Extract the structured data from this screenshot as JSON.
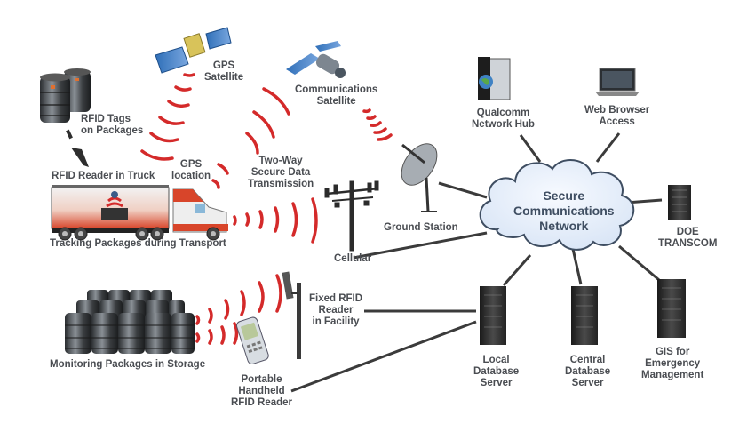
{
  "title": "RFID Package Tracking and Secure Communications Network",
  "nodes": {
    "rfid_tags": {
      "label": [
        "RFID Tags",
        "on Packages"
      ],
      "icon": "barrels-icon"
    },
    "rfid_reader_truck": {
      "label": [
        "RFID Reader in Truck"
      ],
      "icon": "rfid-antenna-icon"
    },
    "gps_satellite": {
      "label": [
        "GPS",
        "Satellite"
      ],
      "icon": "satellite-icon"
    },
    "gps_location": {
      "label": [
        "GPS",
        "location"
      ]
    },
    "comm_satellite": {
      "label": [
        "Communications",
        "Satellite"
      ],
      "icon": "satellite-icon"
    },
    "two_way": {
      "label": [
        "Two-Way",
        "Secure Data",
        "Transmission"
      ]
    },
    "truck": {
      "label": [
        "Tracking Packages during Transport"
      ],
      "icon": "truck-icon"
    },
    "cellular": {
      "label": [
        "Cellular"
      ],
      "icon": "cell-tower-icon"
    },
    "ground_station": {
      "label": [
        "Ground Station"
      ],
      "icon": "satellite-dish-icon"
    },
    "qualcomm": {
      "label": [
        "Qualcomm",
        "Network Hub"
      ],
      "icon": "server-globe-icon"
    },
    "web_browser": {
      "label": [
        "Web Browser",
        "Access"
      ],
      "icon": "laptop-icon"
    },
    "cloud": {
      "label": [
        "Secure",
        "Communications",
        "Network"
      ],
      "icon": "cloud-icon"
    },
    "doe": {
      "label": [
        "DOE",
        "TRANSCOM"
      ],
      "icon": "server-rack-icon"
    },
    "storage": {
      "label": [
        "Monitoring Packages in Storage"
      ],
      "icon": "barrels-icon"
    },
    "fixed_rfid": {
      "label": [
        "Fixed RFID",
        "Reader",
        "in Facility"
      ],
      "icon": "rfid-pole-icon"
    },
    "handheld": {
      "label": [
        "Portable",
        "Handheld",
        "RFID Reader"
      ],
      "icon": "handheld-reader-icon"
    },
    "local_db": {
      "label": [
        "Local",
        "Database",
        "Server"
      ],
      "icon": "server-rack-icon"
    },
    "central_db": {
      "label": [
        "Central",
        "Database",
        "Server"
      ],
      "icon": "server-rack-icon"
    },
    "gis": {
      "label": [
        "GIS for",
        "Emergency",
        "Management"
      ],
      "icon": "server-rack-icon"
    }
  },
  "colors": {
    "signal": "#d42a2a",
    "line": "#3b3b3b",
    "text": "#4a4d52",
    "cloud_fill": "#e6eefa",
    "cloud_stroke": "#3f4e62",
    "truck_red": "#d8452a"
  }
}
